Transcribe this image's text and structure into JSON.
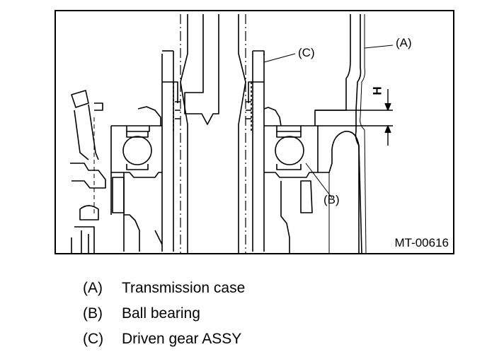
{
  "figure": {
    "code": "MT-00616",
    "dimension_label": "H",
    "callouts": {
      "a": "(A)",
      "b": "(B)",
      "c": "(C)"
    }
  },
  "legend": [
    {
      "key": "(A)",
      "text": "Transmission case"
    },
    {
      "key": "(B)",
      "text": "Ball bearing"
    },
    {
      "key": "(C)",
      "text": "Driven gear ASSY"
    }
  ]
}
